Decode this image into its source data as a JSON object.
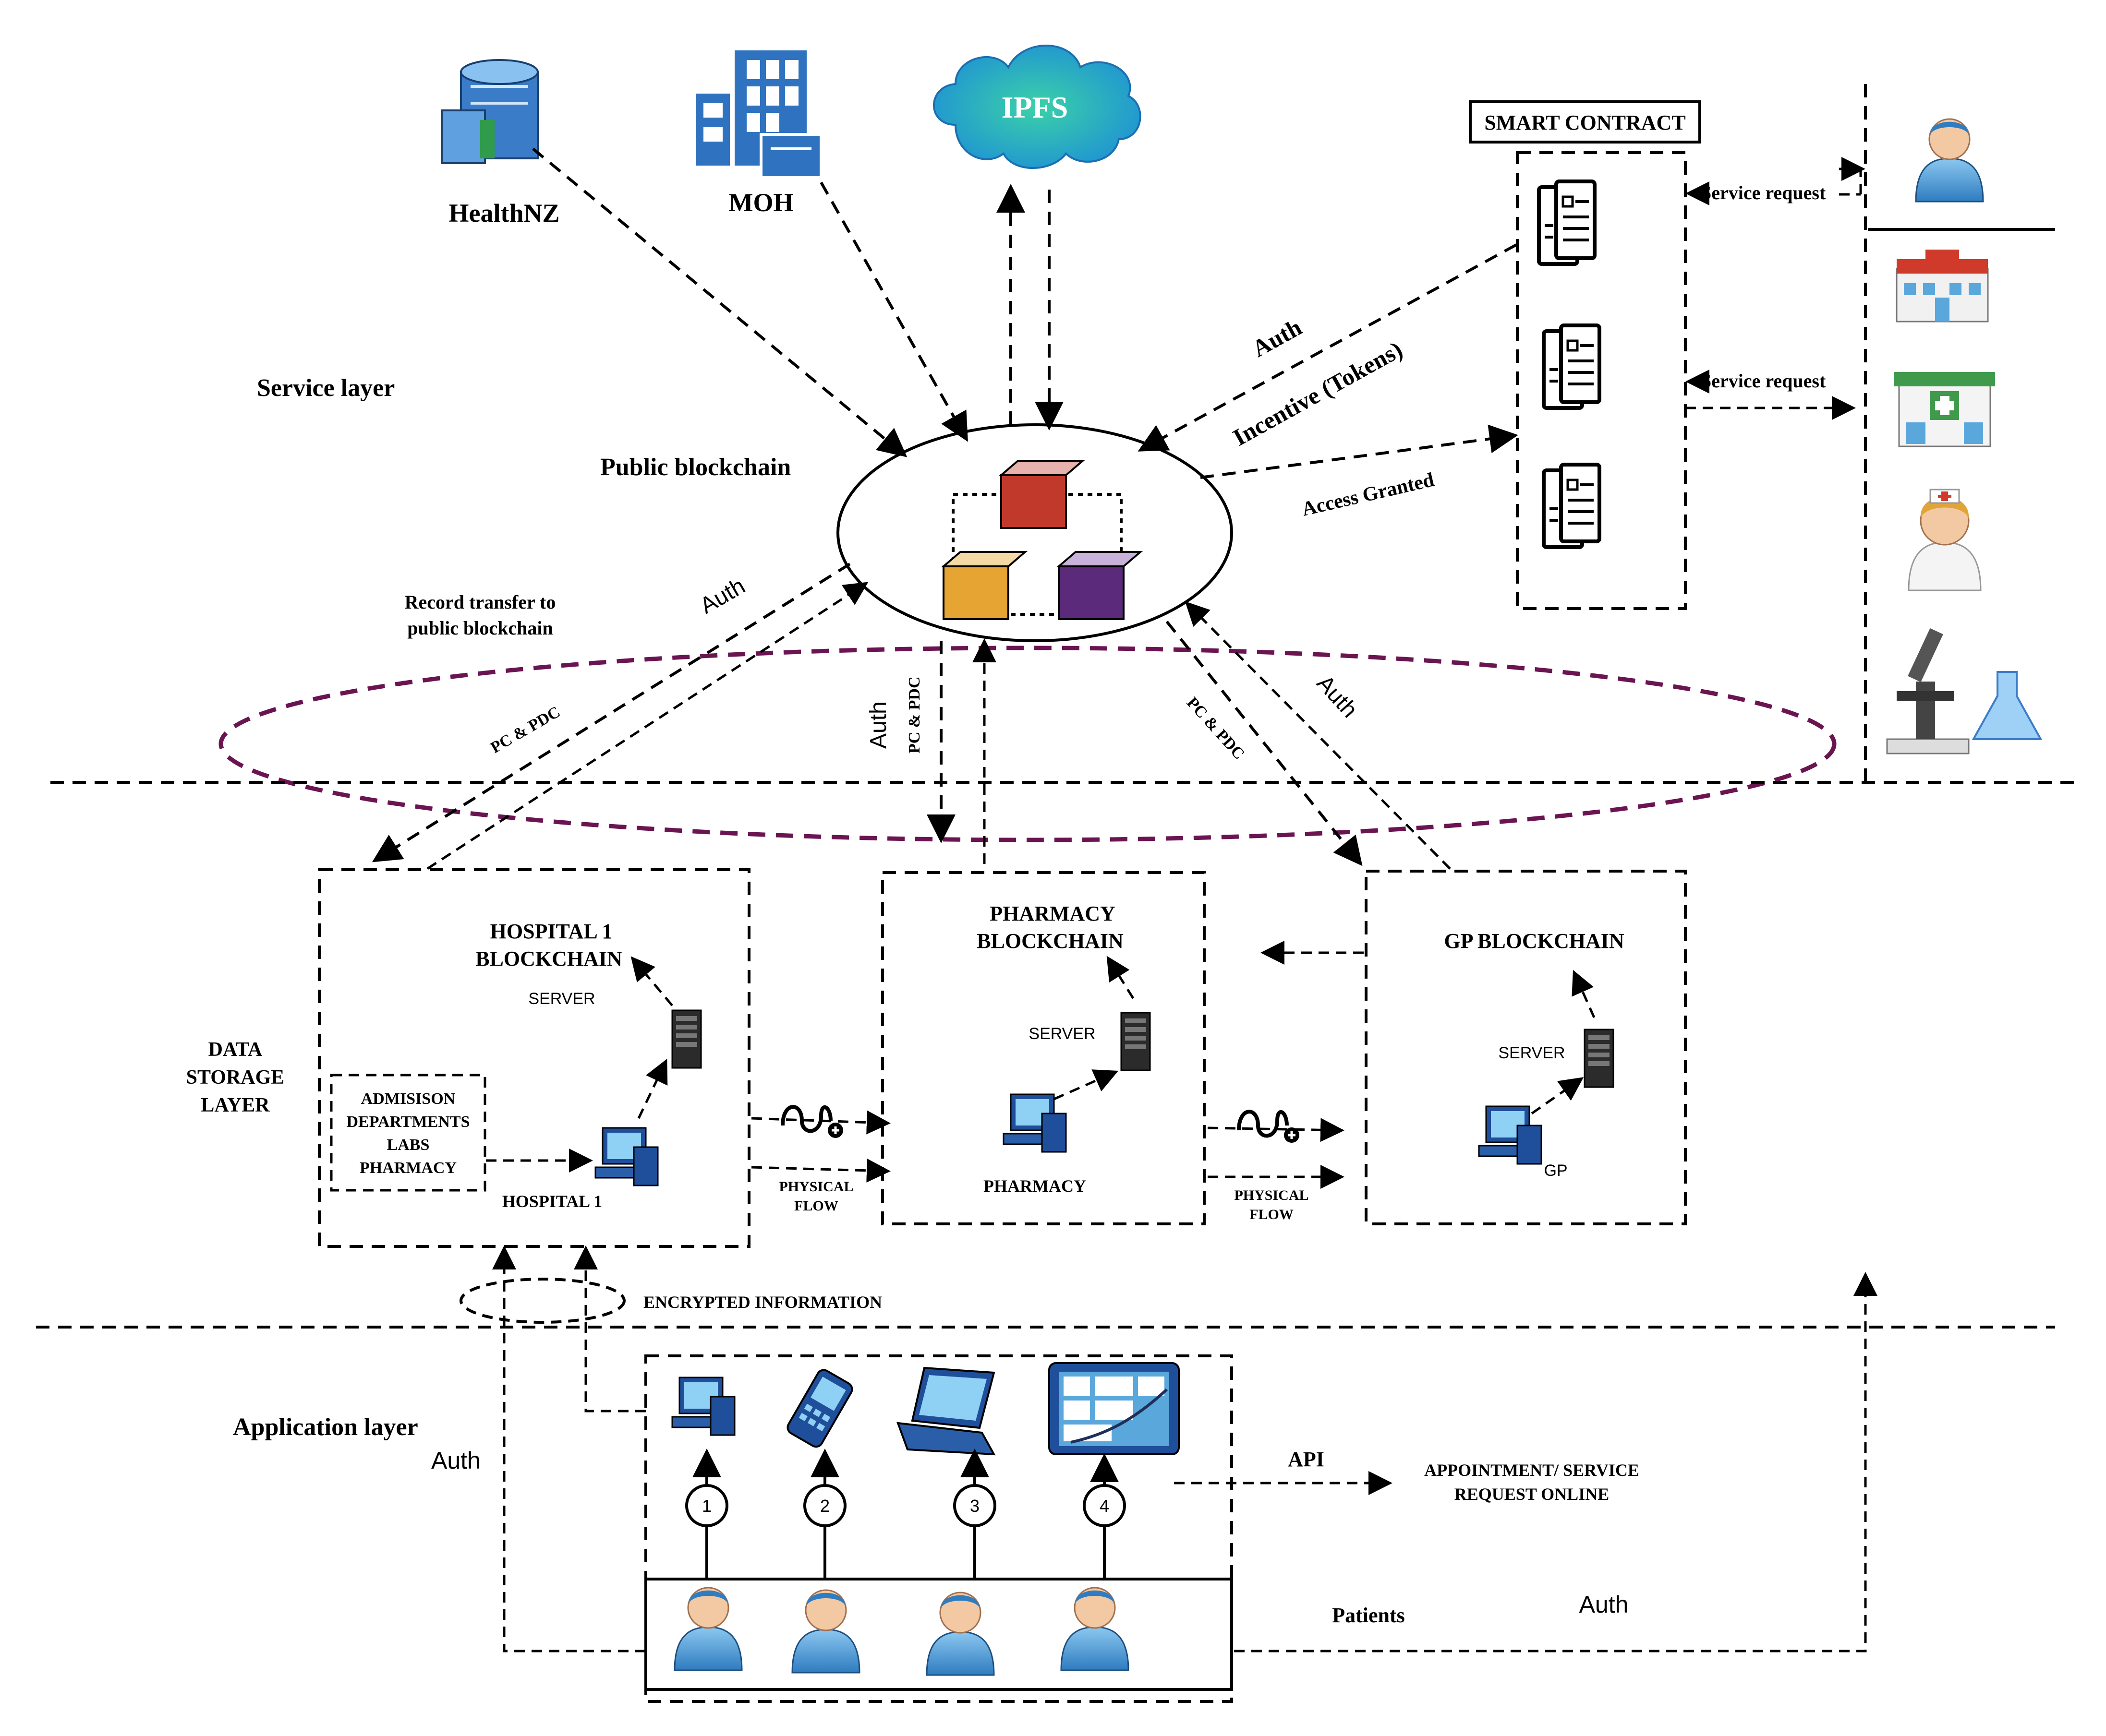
{
  "labels": {
    "healthnz": "HealthNZ",
    "moh": "MOH",
    "ipfs": "IPFS",
    "smart_contract": "SMART CONTRACT",
    "service_layer": "Service layer",
    "public_blockchain": "Public blockchain",
    "auth_top": "Auth",
    "incentive": "Incentive (Tokens)",
    "access_granted": "Access Granted",
    "service_request_1": "Service request",
    "service_request_2": "Service request",
    "record_transfer_1": "Record transfer to",
    "record_transfer_2": "public blockchain",
    "auth_left": "Auth",
    "pc_pdc_left": "PC & PDC",
    "auth_mid": "Auth",
    "pc_pdc_mid": "PC & PDC",
    "pc_pdc_right": "PC & PDC",
    "auth_right": "Auth",
    "data_storage_1": "DATA",
    "data_storage_2": "STORAGE",
    "data_storage_3": "LAYER",
    "hospital_title_1": "HOSPITAL 1",
    "hospital_title_2": "BLOCKCHAIN",
    "hospital_server": "SERVER",
    "admission_1": "ADMISISON",
    "admission_2": "DEPARTMENTS",
    "admission_3": "LABS",
    "admission_4": "PHARMACY",
    "hospital_label": "HOSPITAL 1",
    "pharmacy_title_1": "PHARMACY",
    "pharmacy_title_2": "BLOCKCHAIN",
    "pharmacy_server": "SERVER",
    "pharmacy_label": "PHARMACY",
    "gp_title": "GP BLOCKCHAIN",
    "gp_server": "SERVER",
    "gp_label": "GP",
    "physical_flow_1a": "PHYSICAL",
    "physical_flow_1b": "FLOW",
    "physical_flow_2a": "PHYSICAL",
    "physical_flow_2b": "FLOW",
    "encrypted_information": "ENCRYPTED INFORMATION",
    "application_layer": "Application layer",
    "auth_app": "Auth",
    "api": "API",
    "appointment_1": "APPOINTMENT/ SERVICE",
    "appointment_2": "REQUEST ONLINE",
    "patients": "Patients",
    "auth_bottom": "Auth",
    "device_1": "1",
    "device_2": "2",
    "device_3": "3",
    "device_4": "4"
  },
  "colors": {
    "ellipse_dash": "#6b1452",
    "cube_red": "#c0392b",
    "cube_orange": "#e6a532",
    "cube_purple": "#5b2a7a",
    "ipfs_cloud": "#2aa6c9",
    "person_blue": "#5aa7dc",
    "skin": "#f3c9a4"
  },
  "icons": [
    "hospital-building-icon",
    "ministry-building-icon",
    "ipfs-cloud-icon",
    "blockchain-cubes-icon",
    "contract-document-icon",
    "user-icon",
    "hospital-icon",
    "pharmacy-icon",
    "nurse-icon",
    "microscope-icon",
    "server-icon",
    "computer-icon",
    "mobile-phone-icon",
    "laptop-icon",
    "tablet-icon",
    "physical-flow-icon",
    "patient-icon"
  ]
}
